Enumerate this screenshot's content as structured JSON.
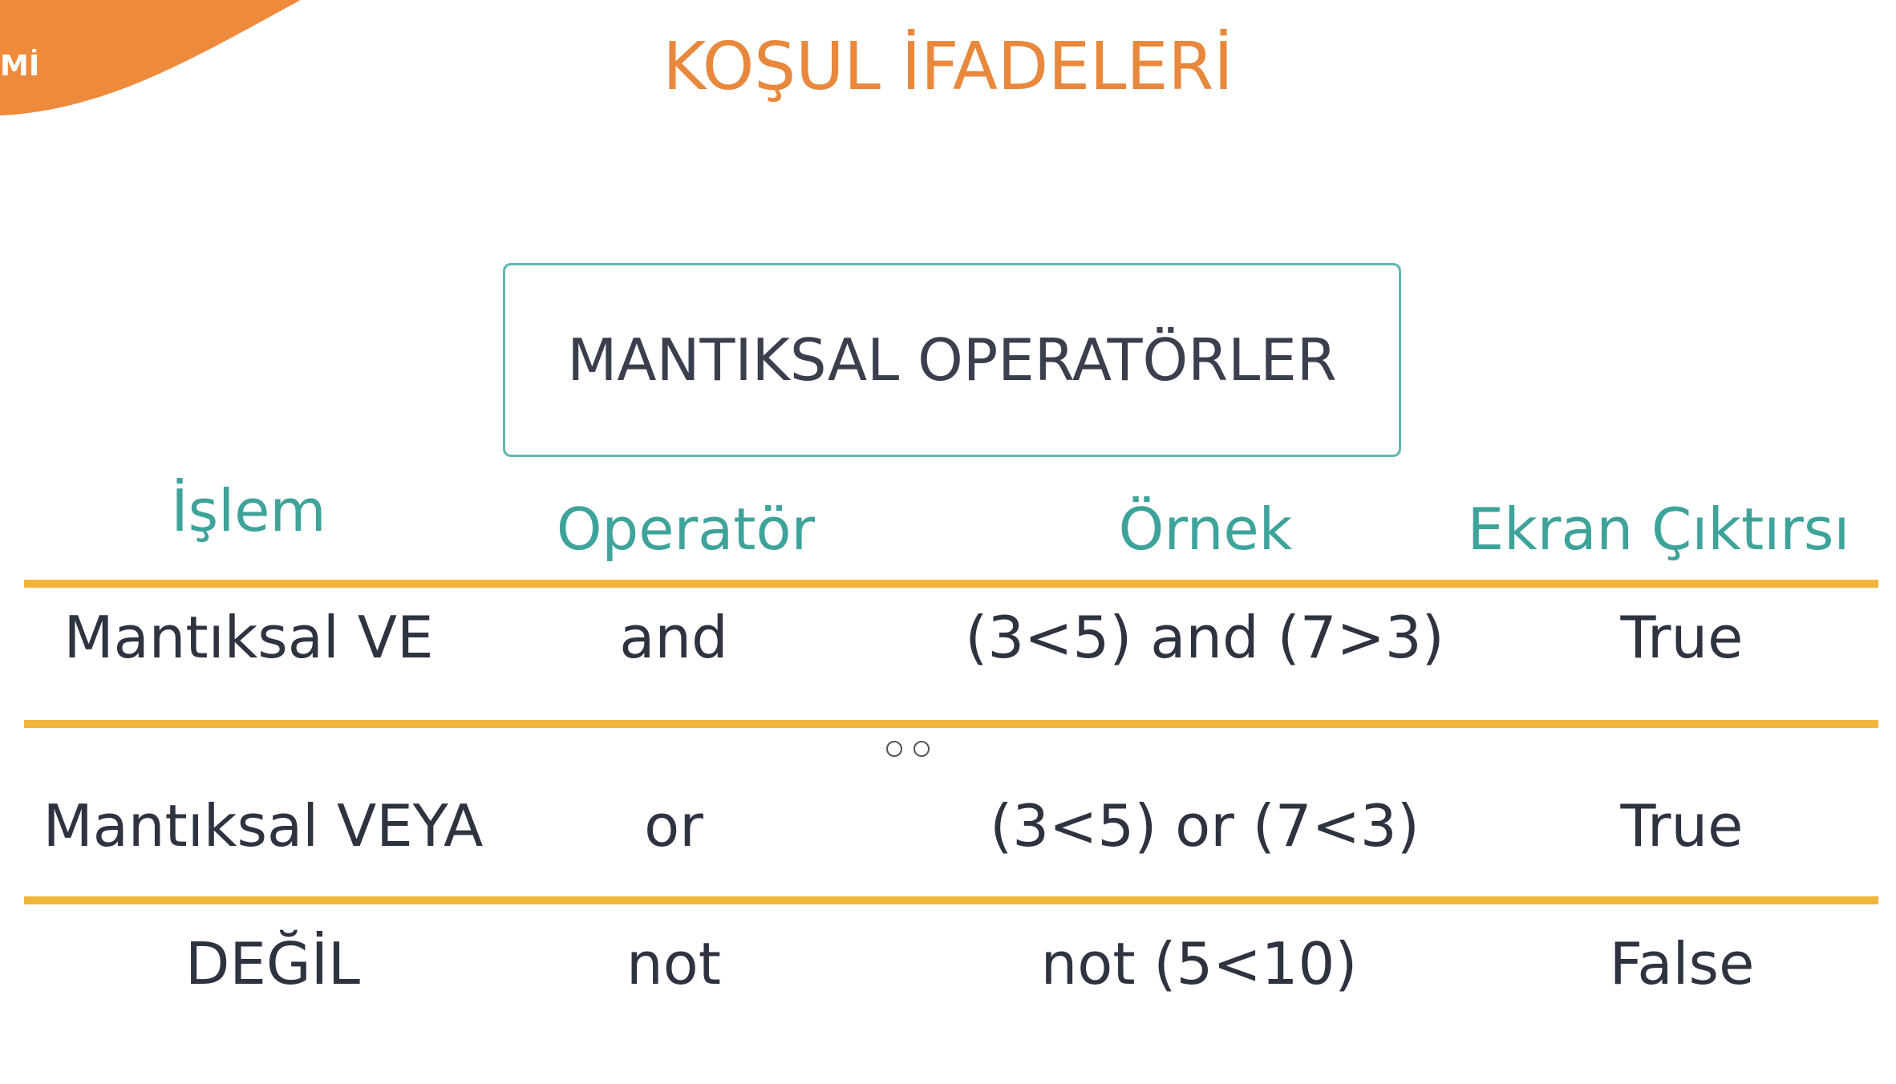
{
  "header": {
    "corner_label": "Mİ",
    "title": "KOŞUL İFADELERİ",
    "accent_color": "#e8883c"
  },
  "section": {
    "heading": "MANTIKSAL OPERATÖRLER",
    "border_color": "#5fb8b0"
  },
  "table": {
    "header_color": "#3ea39a",
    "rule_color": "#f0b53c",
    "columns": [
      "İşlem",
      "Operatör",
      "Örnek",
      "Ekran Çıktırsı"
    ],
    "rows": [
      [
        "Mantıksal VE",
        "and",
        "(3<5) and (7>3)",
        "True"
      ],
      [
        "Mantıksal VEYA",
        "or",
        "(3<5) or (7<3)",
        "True"
      ],
      [
        "DEĞİL",
        "not",
        "not (5<10)",
        "False"
      ]
    ]
  }
}
